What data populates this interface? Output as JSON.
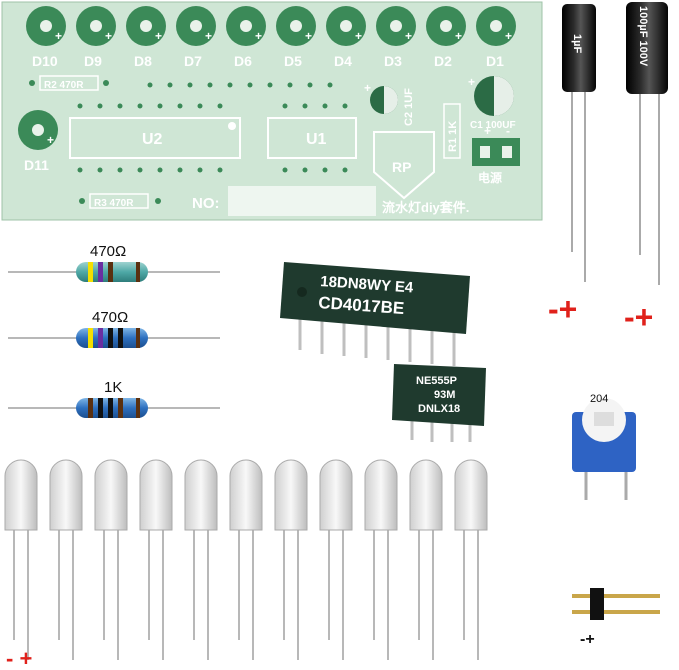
{
  "pcb": {
    "led_labels": [
      "D10",
      "D9",
      "D8",
      "D7",
      "D6",
      "D5",
      "D4",
      "D3",
      "D2",
      "D1"
    ],
    "d11_label": "D11",
    "r2_label": "R2 470R",
    "r3_label": "R3 470R",
    "u2_label": "U2",
    "u1_label": "U1",
    "rp_label": "RP",
    "r1_label": "R1 1K",
    "c2_label": "C2 1UF",
    "c1_label": "C1 100UF",
    "power_label": "电源",
    "no_label": "NO:",
    "kit_label": "流水灯diy套件.",
    "plus": "+",
    "minus": "-"
  },
  "capacitors": {
    "small_marking": "1µF",
    "large_marking": "100µF 100V",
    "polarity_left": "-+",
    "polarity_right": "-+"
  },
  "resistors": [
    {
      "label": "470Ω"
    },
    {
      "label": "470Ω"
    },
    {
      "label": "1K"
    }
  ],
  "ic_4017": {
    "line1": "18DN8WY E4",
    "line2": "CD4017BE"
  },
  "ic_555": {
    "line1": "NE555P",
    "line2": "93M",
    "line3": "DNLX18"
  },
  "pot": {
    "marking": "204"
  },
  "led_polarity": "- +",
  "header_polarity": "-+",
  "colors": {
    "pcb": "#cde4d3",
    "pcb_green": "#2f7d4f",
    "polarity_red": "#e0211b",
    "cap_body": "#141414",
    "ic_body": "#1f3a2e"
  }
}
